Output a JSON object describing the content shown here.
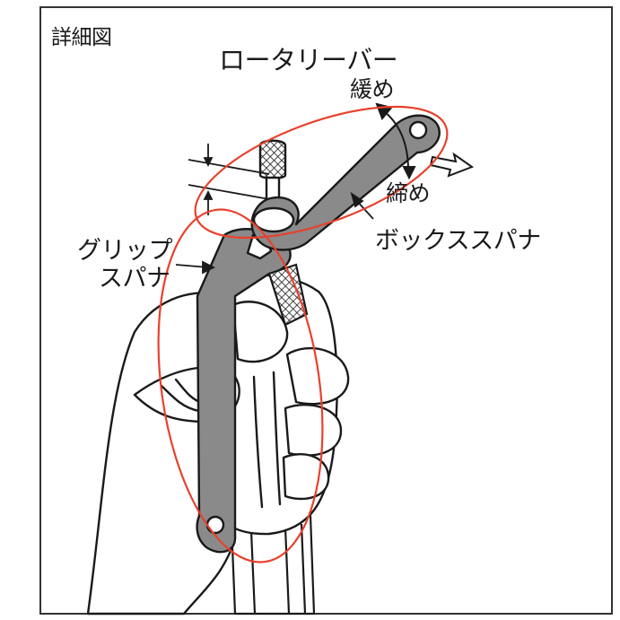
{
  "title": "詳細図",
  "labels": {
    "rotary_bar": "ロータリーバー",
    "loosen": "緩め",
    "tighten": "締め",
    "box_spanner": "ボックススパナ",
    "grip_line1": "グリップ",
    "grip_line2": "スパナ"
  },
  "colors": {
    "highlight_ellipse": "#e8412c",
    "line": "#1a1a1a",
    "tool_fill": "#8a8a8a",
    "frame": "#333333"
  }
}
